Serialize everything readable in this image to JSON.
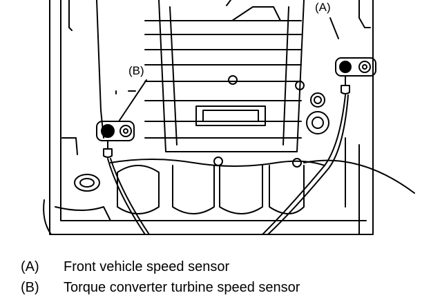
{
  "figure": {
    "callouts": {
      "a": "(A)",
      "b": "(B)"
    },
    "parts": [
      "transmission-housing",
      "valve-body",
      "front-vehicle-speed-sensor",
      "torque-converter-turbine-speed-sensor",
      "sensor-harness"
    ]
  },
  "legend": {
    "items": [
      {
        "key": "(A)",
        "label": "Front vehicle speed sensor"
      },
      {
        "key": "(B)",
        "label": "Torque converter turbine speed sensor"
      }
    ]
  }
}
